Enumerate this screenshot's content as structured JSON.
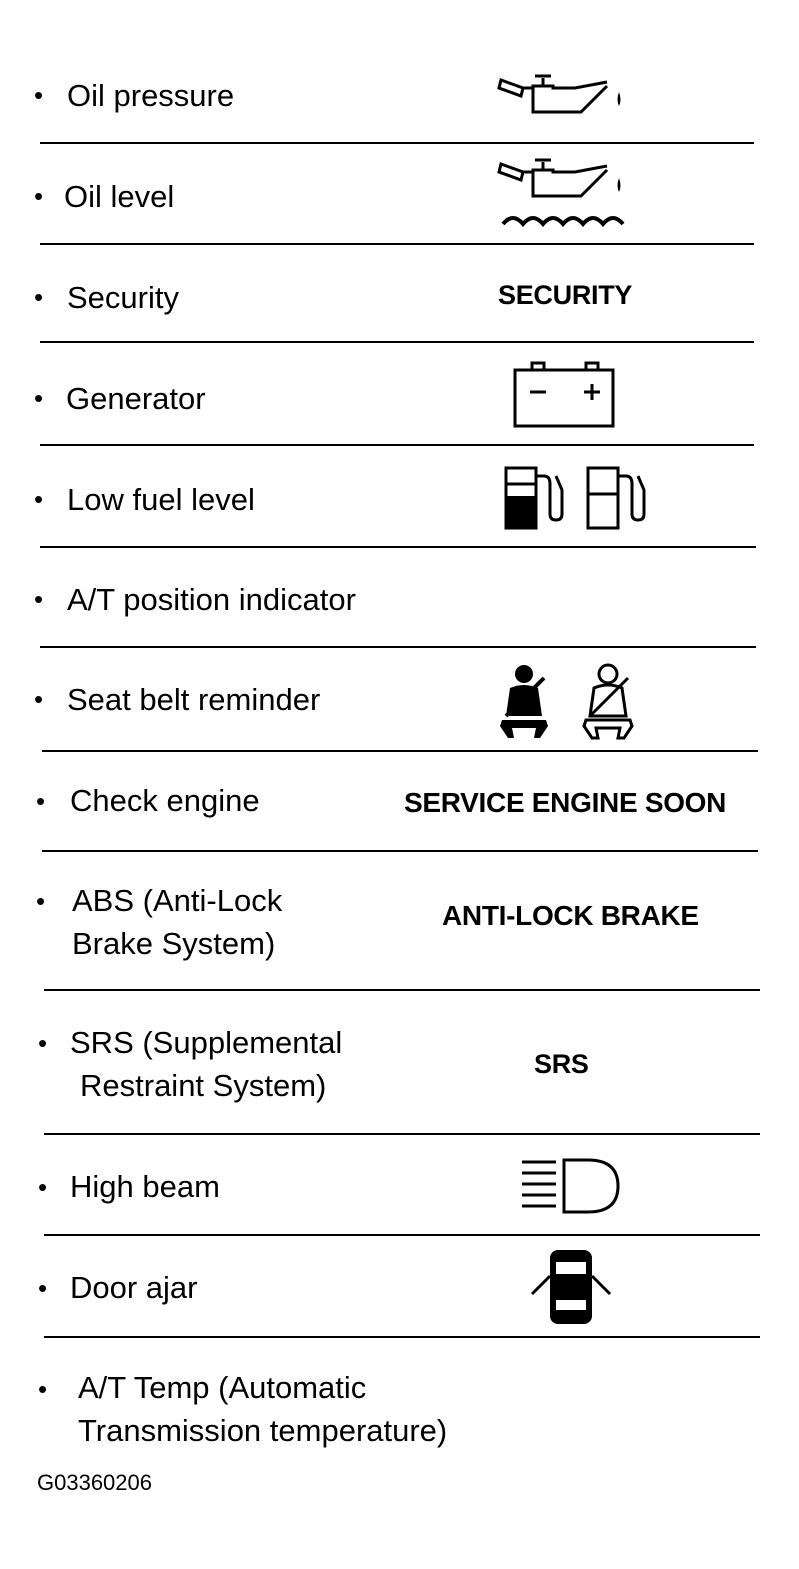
{
  "items": [
    {
      "label": "Oil pressure",
      "icon": "oil-can-icon"
    },
    {
      "label": "Oil level",
      "icon": "oil-level-icon"
    },
    {
      "label": "Security",
      "indicator": "SECURITY"
    },
    {
      "label": "Generator",
      "icon": "battery-icon"
    },
    {
      "label": "Low fuel level",
      "icon": "fuel-pump-icon"
    },
    {
      "label": "A/T position indicator"
    },
    {
      "label": "Seat belt reminder",
      "icon": "seat-belt-icon"
    },
    {
      "label": "Check engine",
      "indicator": "SERVICE ENGINE SOON"
    },
    {
      "label": "ABS (Anti-Lock Brake System)",
      "label_line1": "ABS (Anti-Lock",
      "label_line2": "Brake System)",
      "indicator": "ANTI-LOCK BRAKE"
    },
    {
      "label": "SRS (Supplemental Restraint System)",
      "label_line1": "SRS (Supplemental",
      "label_line2": "Restraint System)",
      "indicator": "SRS"
    },
    {
      "label": "High beam",
      "icon": "high-beam-icon"
    },
    {
      "label": "Door ajar",
      "icon": "door-ajar-icon"
    },
    {
      "label": "A/T Temp (Automatic Transmission temperature)",
      "label_line1": "A/T Temp (Automatic",
      "label_line2": "Transmission temperature)"
    }
  ],
  "bullet": "•",
  "figure_id": "G03360206"
}
